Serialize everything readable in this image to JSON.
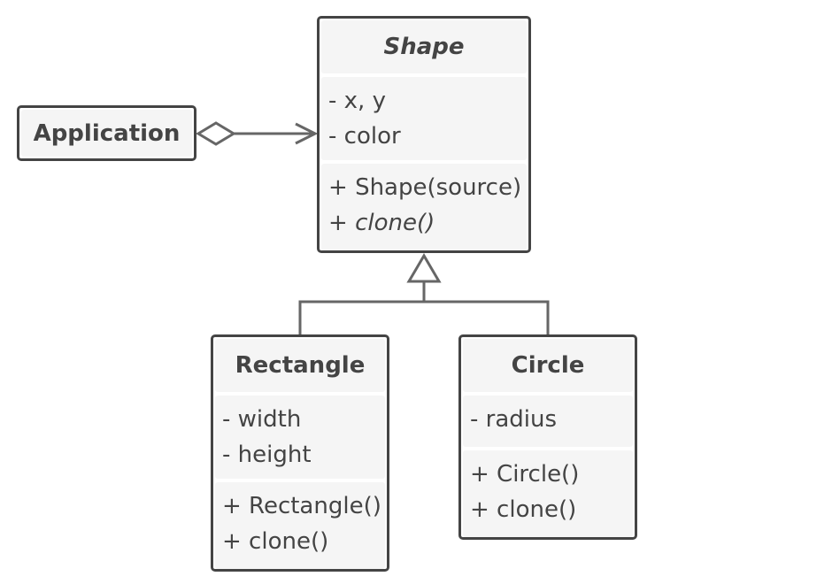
{
  "application": {
    "label": "Application"
  },
  "shape": {
    "title": "Shape",
    "fields": [
      "- x, y",
      "- color"
    ],
    "methods": [
      {
        "prefix": "+ ",
        "name": "Shape(source)",
        "italic": false
      },
      {
        "prefix": "+ ",
        "name": "clone()",
        "italic": true
      }
    ]
  },
  "rectangle": {
    "title": "Rectangle",
    "fields": [
      "- width",
      "- height"
    ],
    "methods": [
      "+ Rectangle()",
      "+ clone()"
    ]
  },
  "circle": {
    "title": "Circle",
    "fields": [
      "- radius"
    ],
    "methods": [
      "+ Circle()",
      "+ clone()"
    ]
  },
  "colors": {
    "stroke": "#444444",
    "fill": "#f5f5f5",
    "background": "#ffffff"
  }
}
